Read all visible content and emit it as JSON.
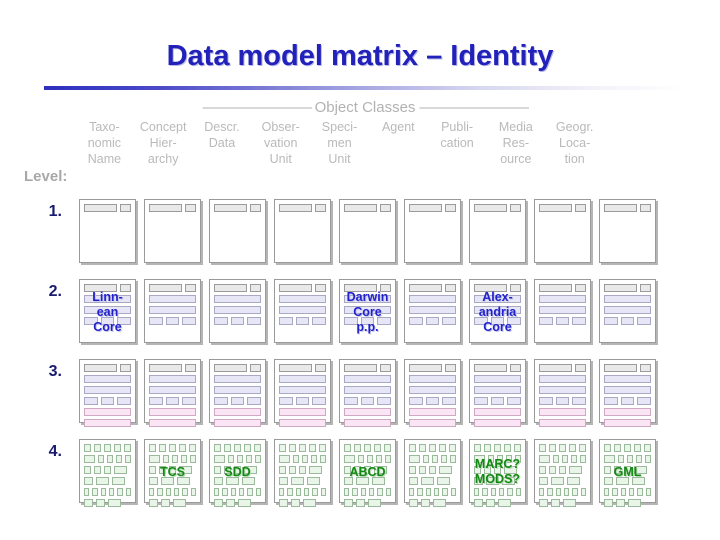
{
  "slide": {
    "title": "Data model matrix – Identity",
    "axis_banner": "Object Classes",
    "dashes_left": "————————",
    "dashes_right": "————————",
    "level_label": "Level:",
    "title_color": "#2222bb",
    "label_blue": "#2222cc",
    "label_green": "#128a12",
    "header_gray": "#b9b9b9"
  },
  "columns": [
    {
      "lines": [
        "Taxo-",
        "nomic",
        "Name"
      ]
    },
    {
      "lines": [
        "Concept",
        "Hier-",
        "archy"
      ]
    },
    {
      "lines": [
        "Descr.",
        "Data",
        ""
      ]
    },
    {
      "lines": [
        "Obser-",
        "vation",
        "Unit"
      ]
    },
    {
      "lines": [
        "Speci-",
        "men",
        "Unit"
      ]
    },
    {
      "lines": [
        "Agent",
        "",
        ""
      ]
    },
    {
      "lines": [
        "Publi-",
        "cation",
        ""
      ]
    },
    {
      "lines": [
        "Media",
        "Res-",
        "ource"
      ]
    },
    {
      "lines": [
        "Geogr.",
        "Loca-",
        "tion"
      ]
    }
  ],
  "rows": [
    {
      "number": "1.",
      "style": "level1",
      "cells": [
        {
          "label": []
        },
        {
          "label": []
        },
        {
          "label": []
        },
        {
          "label": []
        },
        {
          "label": []
        },
        {
          "label": []
        },
        {
          "label": []
        },
        {
          "label": []
        },
        {
          "label": []
        }
      ]
    },
    {
      "number": "2.",
      "style": "level2",
      "cells": [
        {
          "label": [
            "Linn-",
            "ean",
            "Core"
          ],
          "color": "blue"
        },
        {
          "label": []
        },
        {
          "label": []
        },
        {
          "label": []
        },
        {
          "label": [
            "Darwin",
            "Core",
            "p.p."
          ],
          "color": "blue"
        },
        {
          "label": []
        },
        {
          "label": [
            "Alex-",
            "andria",
            "Core"
          ],
          "color": "blue"
        },
        {
          "label": []
        },
        {
          "label": []
        }
      ]
    },
    {
      "number": "3.",
      "style": "level3",
      "cells": [
        {
          "label": []
        },
        {
          "label": []
        },
        {
          "label": []
        },
        {
          "label": []
        },
        {
          "label": []
        },
        {
          "label": []
        },
        {
          "label": []
        },
        {
          "label": []
        },
        {
          "label": []
        }
      ]
    },
    {
      "number": "4.",
      "style": "level4",
      "cells": [
        {
          "label": []
        },
        {
          "label": [
            "TCS"
          ],
          "color": "green"
        },
        {
          "label": [
            "SDD"
          ],
          "color": "green"
        },
        {
          "label": []
        },
        {
          "label": [
            "ABCD"
          ],
          "color": "green"
        },
        {
          "label": []
        },
        {
          "label": [
            "MARC?",
            "MODS?"
          ],
          "color": "green"
        },
        {
          "label": []
        },
        {
          "label": [
            "GML"
          ],
          "color": "green"
        }
      ]
    }
  ]
}
